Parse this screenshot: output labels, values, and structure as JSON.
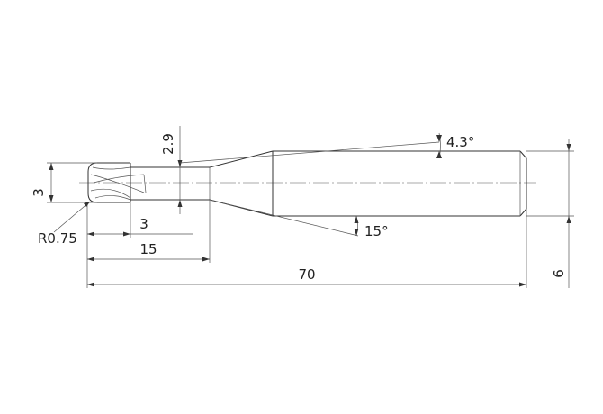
{
  "drawing": {
    "dimensions": {
      "overall_length": "70",
      "shank_diameter": "6",
      "cutter_diameter": "3",
      "neck_diameter": "2.9",
      "flute_length": "3",
      "neck_length": "15",
      "corner_radius": "R0.75",
      "taper_angle": "4.3°",
      "chamfer_angle": "15°"
    }
  }
}
